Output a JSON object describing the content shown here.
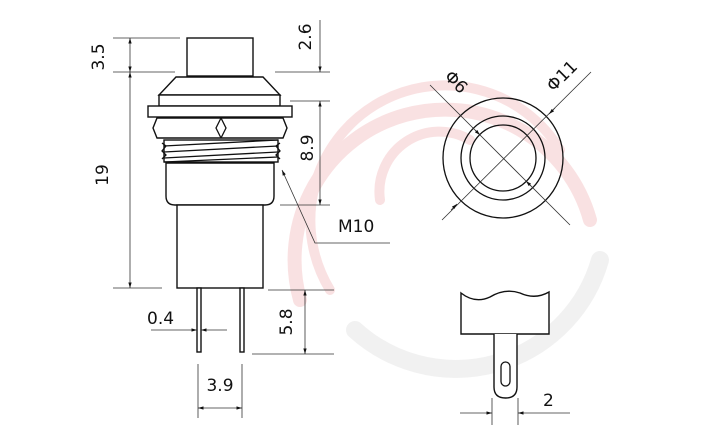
{
  "diagram": {
    "dimensions": {
      "cap_height": "3.5",
      "plunger_travel": "2.6",
      "body_height": "19",
      "thread_length": "8.9",
      "thread_spec": "M10",
      "pin_thickness": "0.4",
      "pin_length": "5.8",
      "pin_spacing": "3.9",
      "inner_diameter": "Φ6",
      "outer_diameter": "Φ11",
      "pin_width": "2"
    },
    "colors": {
      "line": "#111111",
      "watermark": "#d9242a"
    }
  }
}
